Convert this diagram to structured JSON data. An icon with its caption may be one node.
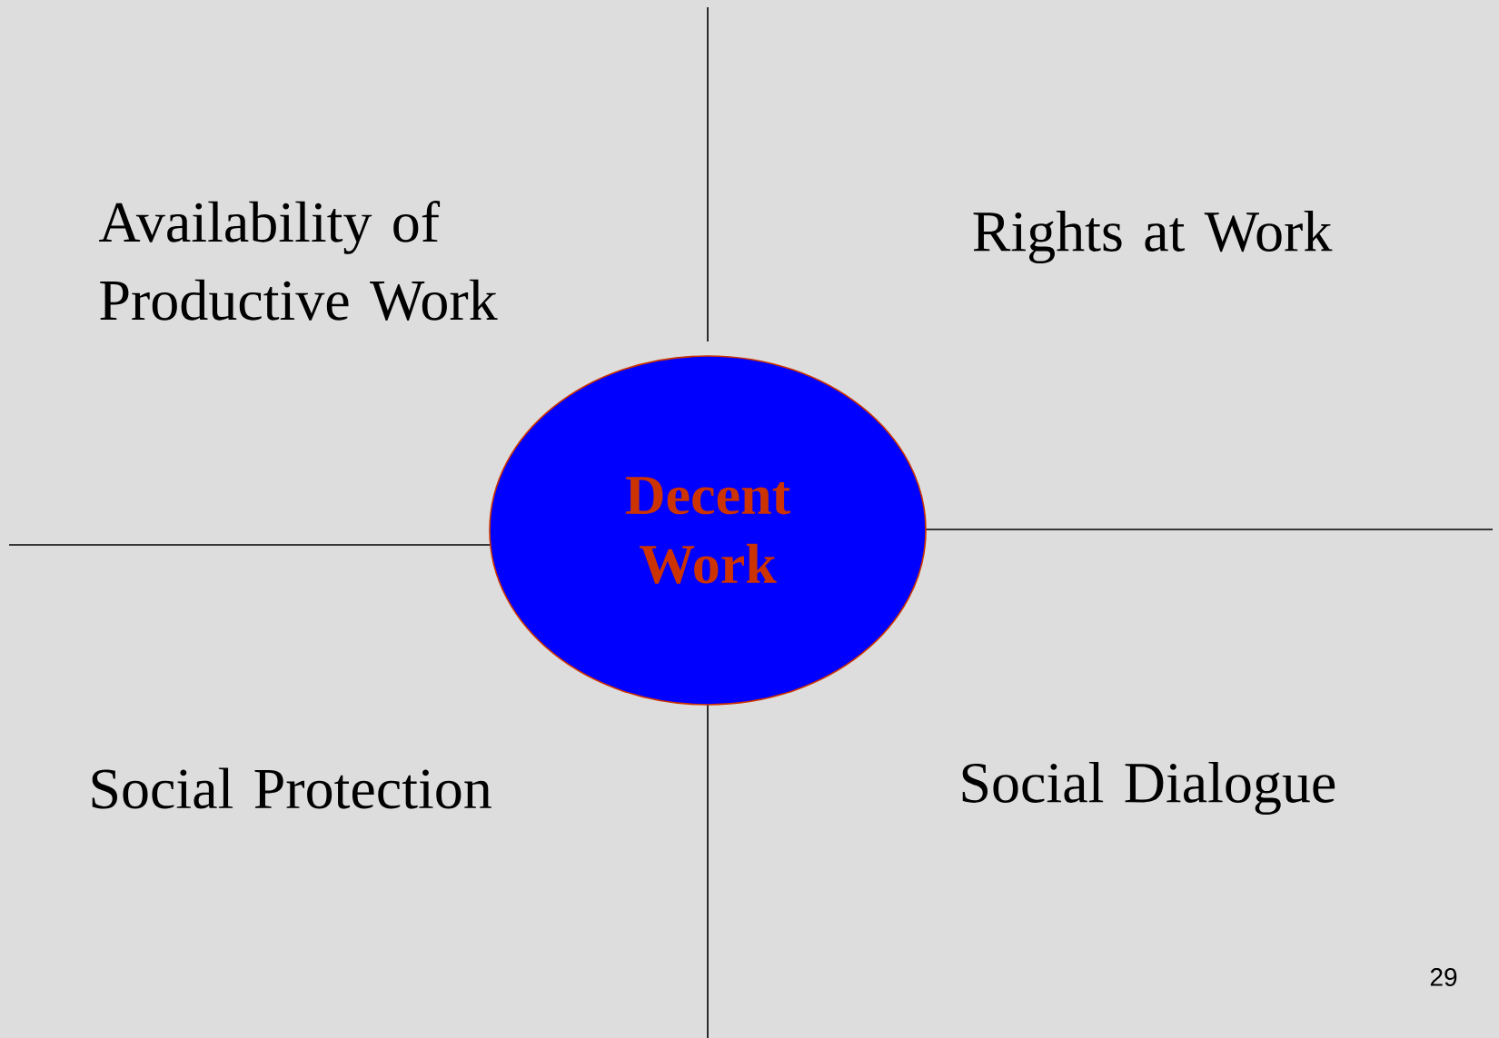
{
  "diagram": {
    "nodes": [
      {
        "text": [
          "Decent Work"
        ]
      }
    ],
    "labels": [
      "Availability of Productive Work",
      "Rights at Work",
      "Social Protection",
      "Social Dialogue",
      "29"
    ]
  }
}
